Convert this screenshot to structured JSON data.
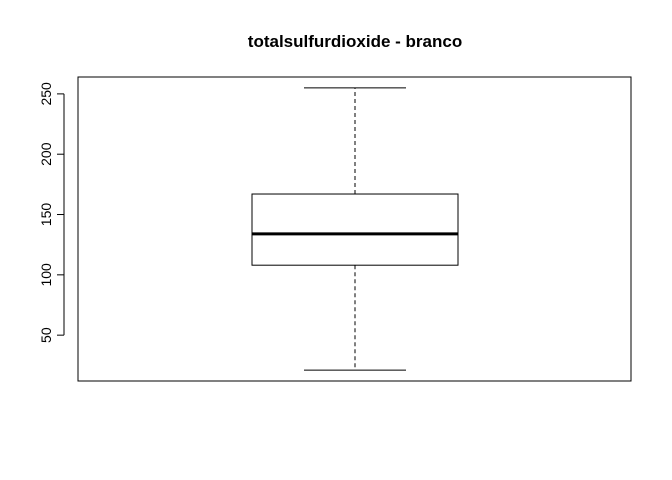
{
  "chart_data": {
    "type": "boxplot",
    "title": "totalsulfurdioxide - branco",
    "xlabel": "",
    "ylabel": "",
    "y_ticks": [
      50,
      100,
      150,
      200,
      250
    ],
    "ylim": [
      12,
      264
    ],
    "grid": false,
    "box": {
      "lower_whisker": 21,
      "q1": 108,
      "median": 134,
      "q3": 167,
      "upper_whisker": 255
    },
    "colors": {
      "stroke": "#000000",
      "background": "#ffffff"
    }
  }
}
